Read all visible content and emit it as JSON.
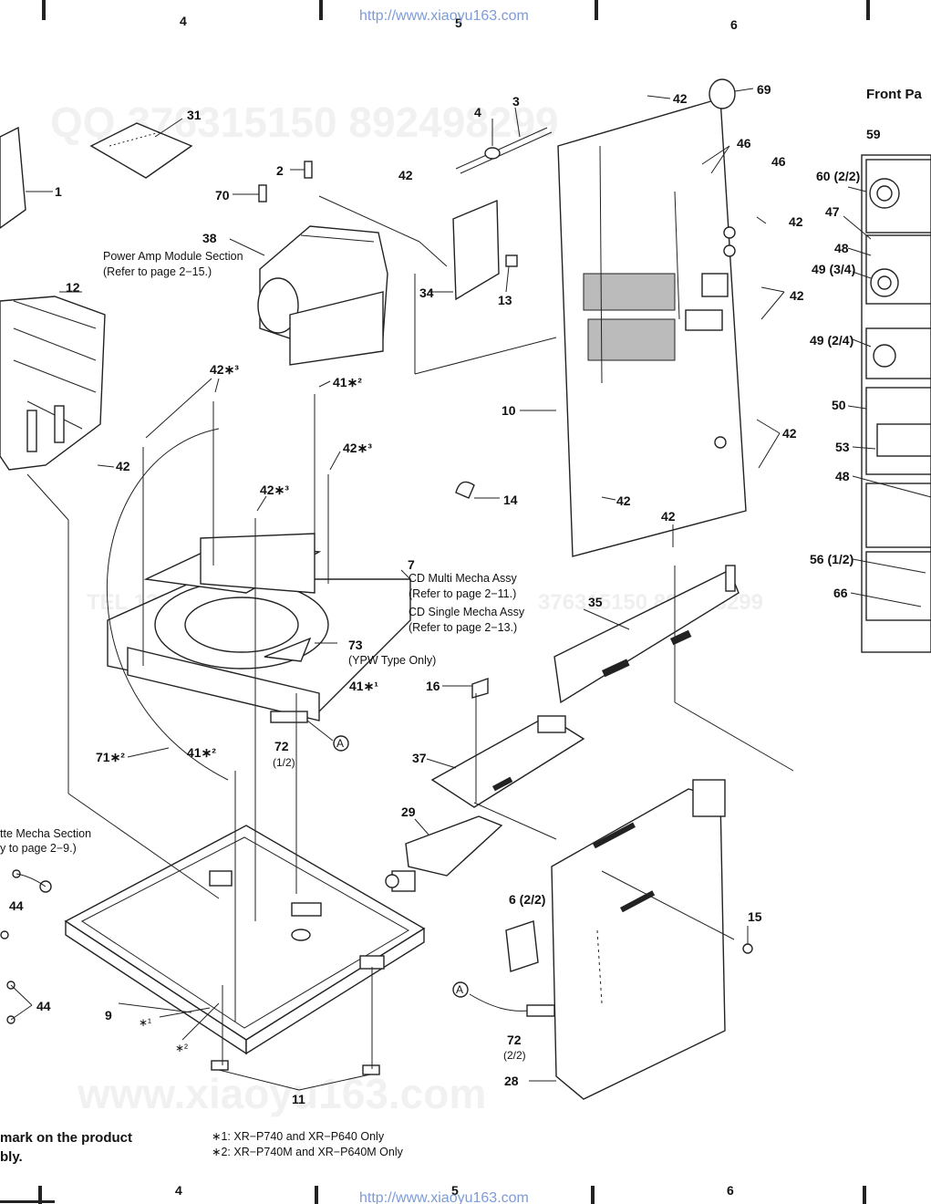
{
  "header": {
    "url_top": "http://www.xiaoyu163.com",
    "url_bottom": "http://www.xiaoyu163.com",
    "col_numbers": [
      "4",
      "5",
      "6"
    ]
  },
  "watermarks": {
    "qq_line": "QQ 376315150   892498299",
    "tel_line": "TEL 13942296513",
    "mid_line": "376315150 892498299",
    "bottom_line": "www.xiaoyu163.com"
  },
  "side_title": "Front Pa",
  "annotations": {
    "power_amp_1": "Power Amp Module Section",
    "power_amp_2": "(Refer to page 2−15.)",
    "cd_multi_1": "CD Multi Mecha Assy",
    "cd_multi_2": "(Refer to page 2−11.)",
    "cd_single_1": "CD Single Mecha Assy",
    "cd_single_2": "(Refer to page 2−13.)",
    "ypw": "(YPW Type Only)",
    "cassette_1": "tte Mecha Section",
    "cassette_2": "y to page 2−9.)"
  },
  "footer": {
    "left_1": "mark on the product",
    "left_2": "bly.",
    "note_1": "∗1: XR−P740 and XR−P640 Only",
    "note_2": "∗2: XR−P740M and XR−P640M Only"
  },
  "part_labels": [
    "31",
    "1",
    "12",
    "42",
    "2",
    "70",
    "38",
    "42",
    "3",
    "4",
    "34",
    "13",
    "42",
    "69",
    "46",
    "46",
    "42",
    "42",
    "10",
    "42",
    "14",
    "42",
    "42",
    "42∗³",
    "41∗²",
    "42∗³",
    "42∗³",
    "7",
    "73",
    "41∗¹",
    "16",
    "35",
    "72",
    "(1/2)",
    "71∗²",
    "41∗²",
    "37",
    "29",
    "6 (2/2)",
    "15",
    "44",
    "44",
    "9",
    "∗¹",
    "∗²",
    "11",
    "72",
    "(2/2)",
    "28",
    "59",
    "60 (2/2)",
    "47",
    "48",
    "49 (3/4)",
    "49 (2/4)",
    "50",
    "53",
    "48",
    "56 (1/2)",
    "66"
  ],
  "callout_marker": "A"
}
